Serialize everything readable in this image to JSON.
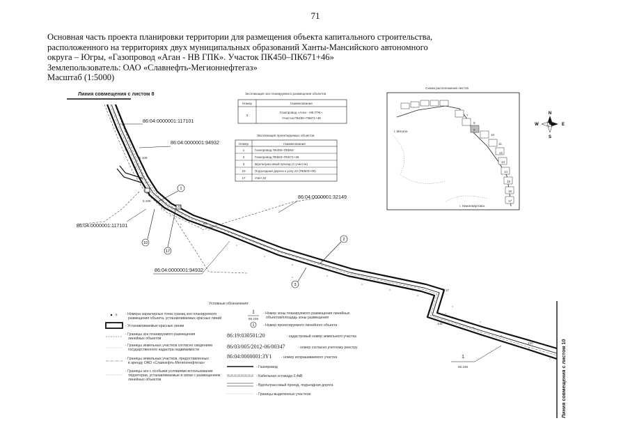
{
  "page_number": "71",
  "header": {
    "line1": "Основная часть проекта планировки территории для размещения объекта капитального строительства,",
    "line2": "расположенного на территориях двух муниципальных образований Ханты-Мансийского автономного",
    "line3": "округа – Югры, «Газопровод «Аган - НВ ГПК». Участок ПК450–ПК671+46»",
    "line4": "Землепользователь: ОАО «Славнефть-Мегионнефтегаз»",
    "line5": "Масштаб (1:5000)"
  },
  "map": {
    "join_line_top": "Линия совмещения с листом 8",
    "join_line_right": "Линия совмещения с листом 10",
    "parcels": {
      "p1": "86:04:0000001:117101",
      "p2": "86:04:0000001:94932",
      "p3": "86:04:0000001:117101",
      "p4": "86:04:0000001:94932",
      "p5": "86:04:0000001:32149"
    },
    "circled": [
      "1",
      "2",
      "3",
      "10",
      "17"
    ],
    "survey_labels": [
      "5 108",
      "5 108",
      "46",
      "48",
      "17",
      "148",
      "120",
      "20",
      "24"
    ],
    "fraction_top": "1",
    "fraction_bottom": "59.236",
    "compass": {
      "n": "N",
      "s": "S",
      "w": "W",
      "e": "E"
    }
  },
  "table_zone": {
    "title": "Экспликация зон планируемого размещения объектов",
    "head_num": "Номер",
    "head_name": "Наименование",
    "row_num": "3",
    "row_name1": "Газопровод «Аган - НВ ГПК».",
    "row_name2": "Участок ПК450–ПК671+46"
  },
  "table_objects": {
    "title": "Экспликация проектируемых объектов",
    "head_num": "Номер",
    "head_name": "Наименование",
    "rows": [
      {
        "num": "1",
        "name": "Газопровод ПК450–ПК563"
      },
      {
        "num": "2",
        "name": "Газопровод ПК563–ПК671+46"
      },
      {
        "num": "3",
        "name": "Вдольтрассовый проезд (4 участок)"
      },
      {
        "num": "10",
        "name": "Подъездная дорога к узлу 22 (ПК503+00)"
      },
      {
        "num": "17",
        "name": "Узел 22"
      }
    ]
  },
  "inset": {
    "title": "Схема расположения листов",
    "city1": "г. Мегион",
    "city2": "г. Нижневартовск",
    "sheets": [
      "7",
      "8",
      "9",
      "10",
      "11",
      "12",
      "13",
      "14",
      "15",
      "16",
      "17"
    ]
  },
  "legend": {
    "title": "Условные обозначения:",
    "items": {
      "l1": "- Номера характерных точек границ зон планируемого",
      "l1b": "размещения объекта, устанавливаемых красных линий",
      "l2": "- Устанавливаемые красные линии",
      "l3": "- Границы зон планируемого размещения",
      "l3b": "линейных объектов",
      "l4": "- Границы земельных участков согласно сведениям",
      "l4b": "государственного кадастра недвижимости",
      "l5": "- Границы земельных участков, предоставленных",
      "l5b": "в аренду ОАО «Славнефть-Мегионнефтегаз»",
      "l6": "- Границы зон с особыми условиями использования",
      "l6b": "территории, устанавливаемые в связи с размещением",
      "l6c": "линейных объектов",
      "r1": "- Номер зоны планируемого размещения линейных",
      "r1b": "объектов/площадь зоны размещения",
      "r2": "- Номер проектируемого линейного объекта",
      "r3": "- кадастровый номер земельного участка",
      "r4": "- номер согласно учетному реестру",
      "r5": "- номер испрашиваемого участка",
      "r6": "- Газопровод",
      "r7": "- Кабельная эстакада 0,4кВ",
      "r8": "- Вдольтрассовый проезд, подъездная дорога",
      "r9": "- Границы выделенных участков"
    },
    "sym_fraction_top": "1",
    "sym_fraction_bottom": "59.236",
    "sym_circle": "1",
    "code1": "86:19:030501:20",
    "code2": "86/03/005/2012-06/00347",
    "code3": "86:04:0000001:3Y1"
  },
  "colors": {
    "line": "#111111",
    "accent_fill": "#bdbdbd"
  }
}
